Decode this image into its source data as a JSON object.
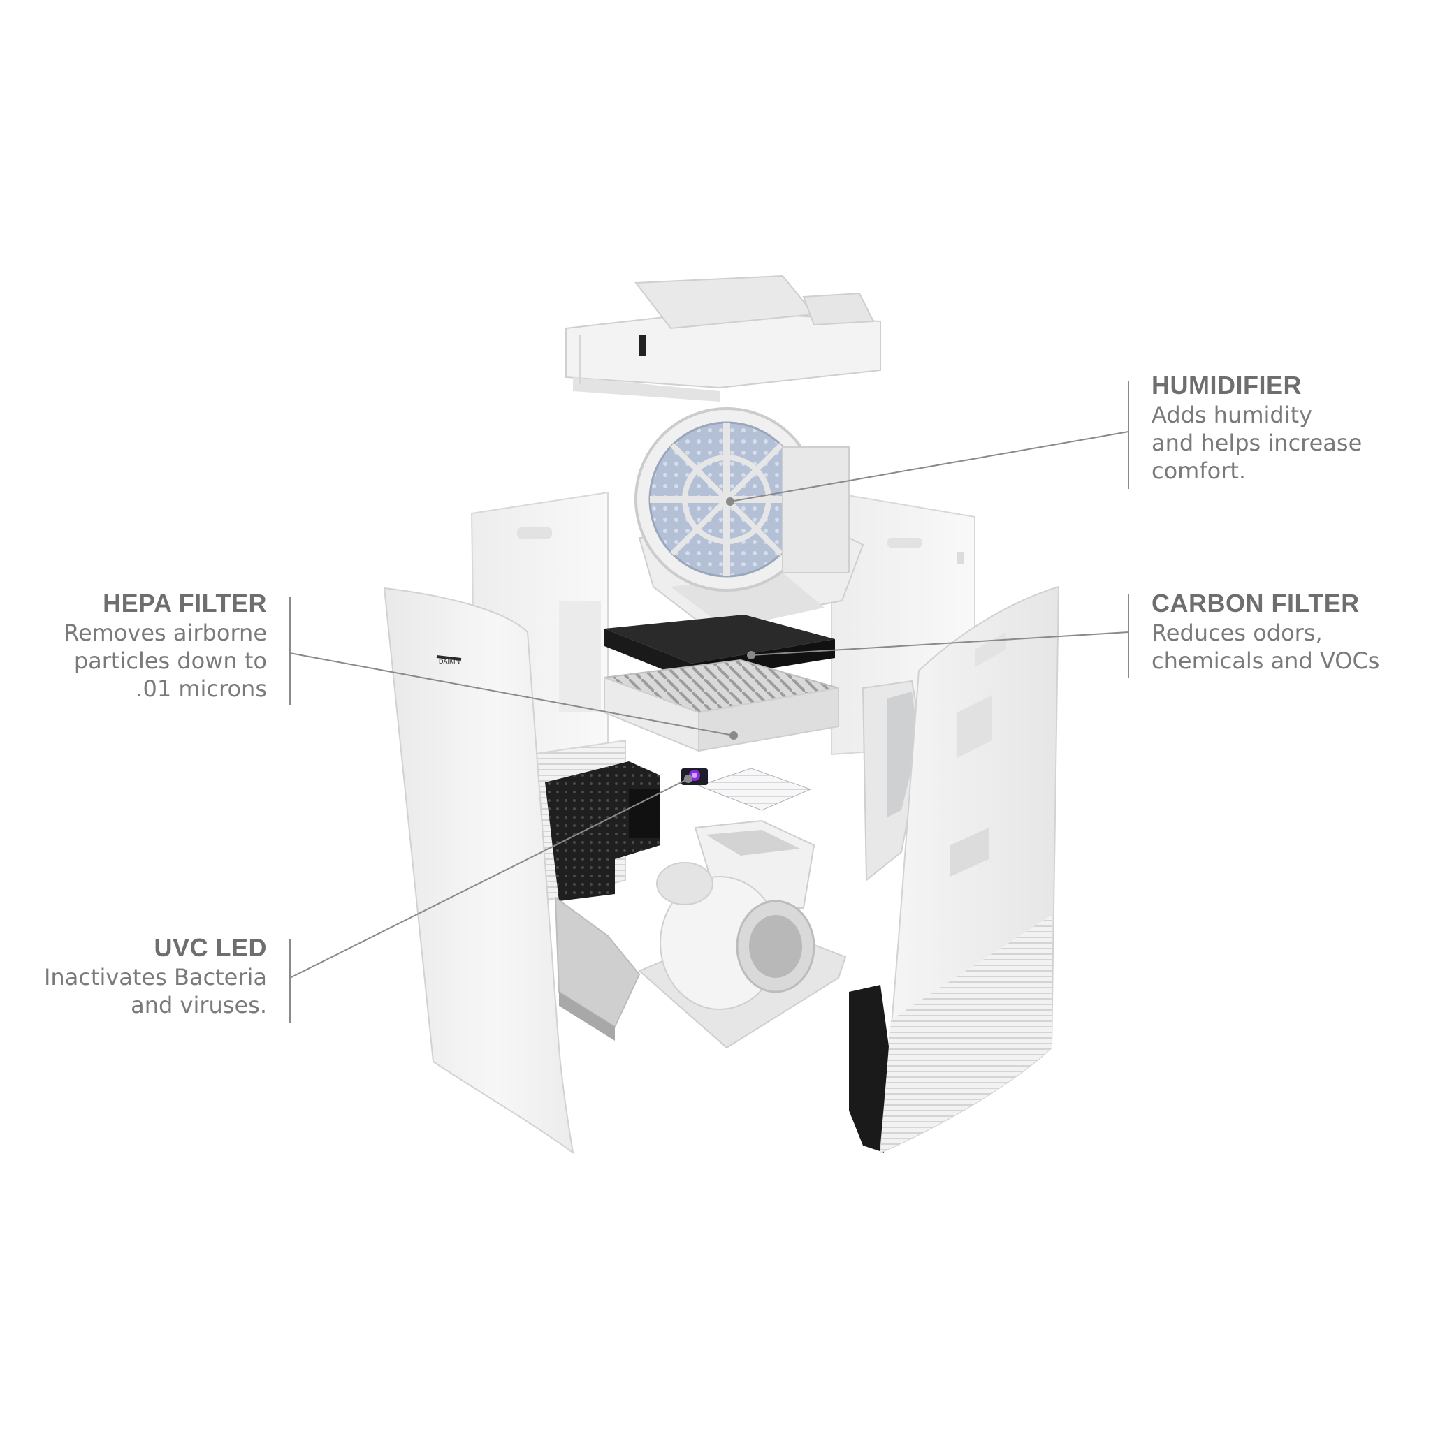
{
  "callouts": {
    "humidifier": {
      "title": "HUMIDIFIER",
      "lines": [
        "Adds humidity",
        "and helps increase",
        "comfort."
      ]
    },
    "carbon": {
      "title": "CARBON FILTER",
      "lines": [
        "Reduces odors,",
        "chemicals and VOCs"
      ]
    },
    "hepa": {
      "title": "HEPA FILTER",
      "lines": [
        "Removes airborne",
        "particles down to",
        ".01 microns"
      ]
    },
    "uvc": {
      "title": "UVC LED",
      "lines": [
        "Inactivates Bacteria",
        "and viruses."
      ]
    }
  },
  "colors": {
    "text": "#7a7a7a",
    "leader": "#8a8a8a",
    "panel": "#f4f4f4",
    "panel_edge": "#d9d9d9",
    "carbon": "#232323",
    "uvc": "#8a2be2"
  },
  "icons": {
    "logo": "daikin-logo"
  }
}
